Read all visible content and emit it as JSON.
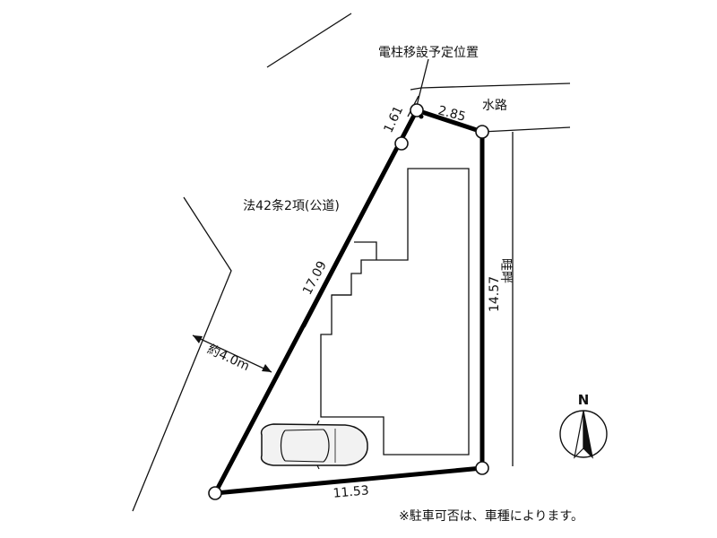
{
  "labels": {
    "pole_relocation": "電柱移設予定位置",
    "waterway": "水路",
    "public_road": "法42条2項(公道)",
    "road_width": "約4.0m",
    "levee": "畦畔",
    "note": "※駐車可否は、車種によります。",
    "north": "N"
  },
  "dimensions": {
    "top_short": "1.61",
    "top_edge": "2.85",
    "left_edge": "17.09",
    "right_edge": "14.57",
    "bottom_edge": "11.53"
  },
  "colors": {
    "line": "#111111",
    "boundary": "#000000",
    "background": "#ffffff",
    "car_body": "#f2f2f2"
  },
  "icons": {
    "north_arrow": "north-arrow-icon",
    "car": "car-icon"
  }
}
